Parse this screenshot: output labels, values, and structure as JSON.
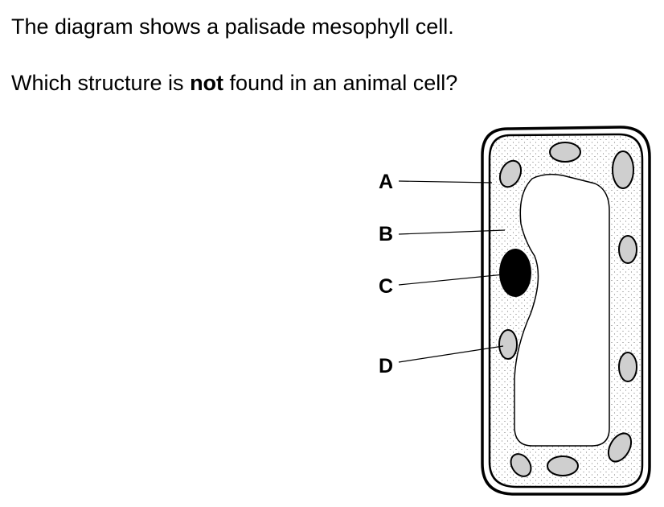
{
  "question": {
    "intro": "The diagram shows a palisade mesophyll cell.",
    "prompt_before": "Which structure is ",
    "prompt_emphasis": "not",
    "prompt_after": " found in an animal cell?"
  },
  "diagram": {
    "labels": [
      "A",
      "B",
      "C",
      "D"
    ]
  }
}
